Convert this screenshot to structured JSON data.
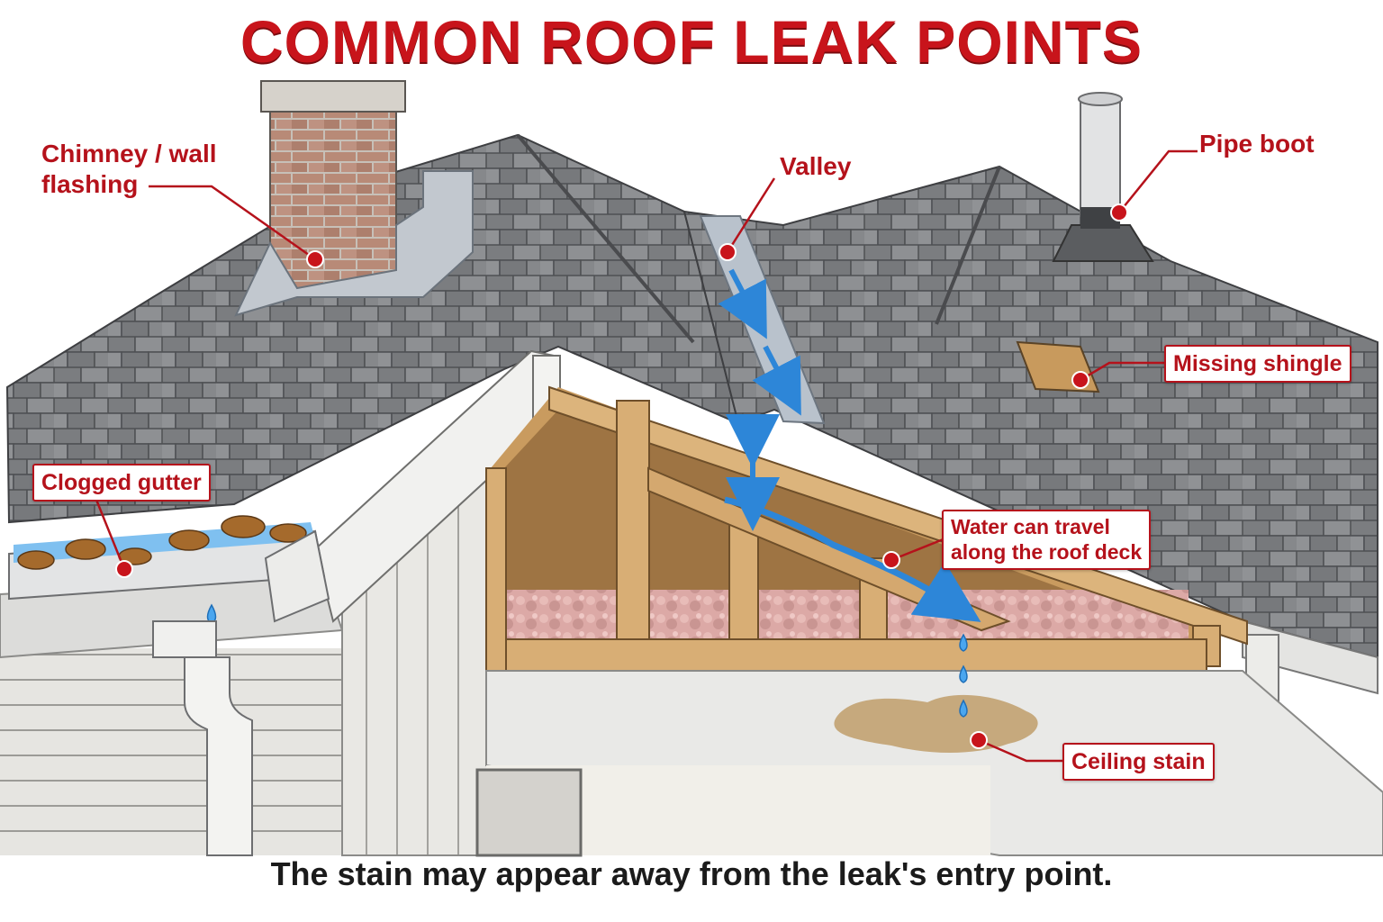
{
  "title": "COMMON ROOF LEAK POINTS",
  "callouts": {
    "chimney_line1": "Chimney / wall",
    "chimney_line2": "flashing",
    "valley": "Valley",
    "pipe_boot": "Pipe boot",
    "missing_shingle": "Missing shingle",
    "clogged_gutter": "Clogged gutter",
    "water_travel_line1": "Water can travel",
    "water_travel_line2": "along the roof deck",
    "ceiling_stain": "Ceiling stain"
  },
  "caption": "The stain may appear away from the leak's entry point.",
  "colors": {
    "accent_red": "#c8141b",
    "shingle": "#7f8083",
    "wood": "#d9b27a",
    "water": "#3d9be9",
    "brick": "#b98a78",
    "insulation": "#d9a5a3",
    "stain": "#b9935a"
  }
}
